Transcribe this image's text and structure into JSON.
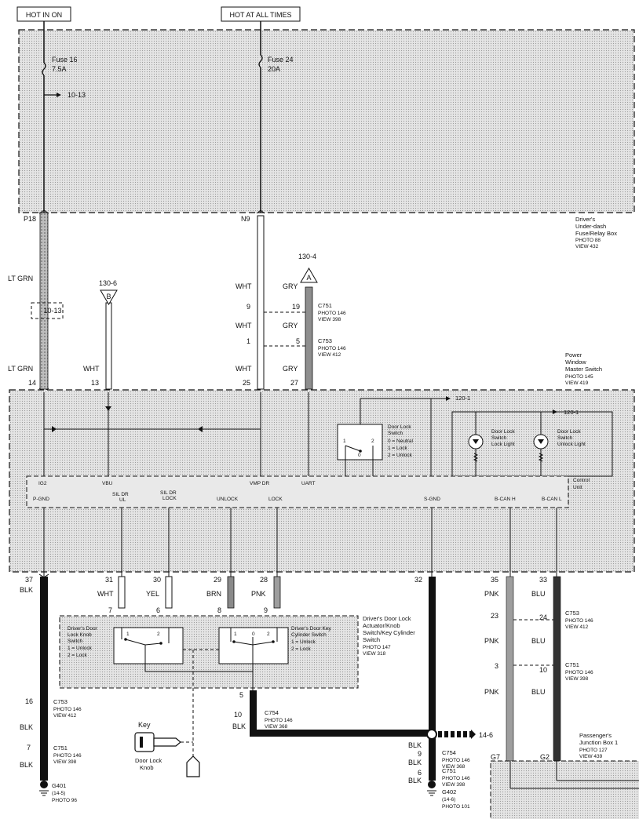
{
  "header": {
    "hot_in_on": "HOT IN ON",
    "hot_at_all_times": "HOT AT ALL TIMES"
  },
  "fusebox": {
    "fuse16": "Fuse 16",
    "fuse16_rating": "7.5A",
    "branch": "10-13",
    "fuse24": "Fuse 24",
    "fuse24_rating": "20A",
    "pin_p18": "P18",
    "pin_n9": "N9",
    "title1": "Driver's",
    "title2": "Under-dash",
    "title3": "Fuse/Relay Box",
    "photo": "PHOTO 88",
    "view": "VIEW 432"
  },
  "wires_upper": {
    "ltgrn": "LT GRN",
    "wht": "WHT",
    "gry": "GRY",
    "ref_a": "130-4",
    "ref_b": "130-6",
    "a_letter": "A",
    "b_letter": "B",
    "dash_ref": "10-13",
    "c751_pin_w": "9",
    "c751_pin_g": "19",
    "c751": "C751",
    "c751_photo": "PHOTO 146",
    "c751_view": "VIEW 398",
    "c753_pin_w": "1",
    "c753_pin_g": "5",
    "c753": "C753",
    "c753_photo": "PHOTO 146",
    "c753_view": "VIEW 412",
    "pin14": "14",
    "pin13": "13",
    "pin25": "25",
    "pin27": "27"
  },
  "pwms": {
    "title1": "Power",
    "title2": "Window",
    "title3": "Master Switch",
    "photo": "PHOTO 145",
    "view": "VIEW 419",
    "ref120a": "120-1",
    "ref120b": "120-1",
    "dls_title": "Door Lock",
    "dls_title2": "Switch",
    "dls_l1": "0 = Neutral",
    "dls_l2": "1 = Lock",
    "dls_l3": "2 = Unlock",
    "dls_p1": "1",
    "dls_p2": "2",
    "dls_p0": "0",
    "lock_light1": "Door Lock",
    "lock_light2": "Switch",
    "lock_light3": "Lock Light",
    "unlock_light1": "Door Lock",
    "unlock_light2": "Switch",
    "unlock_light3": "Unlock Light",
    "cu1": "Control",
    "cu2": "Unit",
    "ig2": "IG2",
    "vbu": "VBU",
    "vmpdr": "VMP DR",
    "uart": "UART",
    "pgnd": "P-GND",
    "sildrul1": "SIL DR",
    "sildrul2": "UL",
    "sildrlock1": "SIL DR",
    "sildrlock2": "LOCK",
    "unlock": "UNLOCK",
    "lock": "LOCK",
    "sgnd": "S-GND",
    "bcanh": "B-CAN H",
    "bcanl": "B-CAN L"
  },
  "wires_lower": {
    "p37": "37",
    "blk": "BLK",
    "p31": "31",
    "wht": "WHT",
    "p30": "30",
    "yel": "YEL",
    "p29": "29",
    "brn": "BRN",
    "p28": "28",
    "pnk": "PNK",
    "p32": "32",
    "p35": "35",
    "p33": "33",
    "blu": "BLU",
    "p7": "7",
    "p6": "6",
    "p8": "8",
    "p9": "9",
    "p23": "23",
    "p24": "24",
    "p3": "3",
    "p10": "10",
    "c753": "C753",
    "c753_photo": "PHOTO 146",
    "c753_view": "VIEW 412",
    "c751": "C751",
    "c751_photo": "PHOTO 146",
    "c751_view": "VIEW 398",
    "p16": "16",
    "p7b": "7",
    "p5": "5",
    "p10b": "10",
    "c754": "C754",
    "c754_photo": "PHOTO 146",
    "c754_view": "VIEW 368",
    "ref146": "14-6",
    "g401": "G401",
    "g401_ref": "(14-5)",
    "g401_photo": "PHOTO 96",
    "g402": "G402",
    "g402_ref": "(14-6)",
    "g402_photo": "PHOTO 101",
    "c754b": "C754",
    "c754b_photo": "PHOTO 146",
    "c754b_view": "VIEW 368",
    "c751b": "C751",
    "c751b_photo": "PHOTO 146",
    "c751b_view": "VIEW 398",
    "p9b": "9",
    "p6b": "6",
    "g7": "G7",
    "g2": "G2"
  },
  "actuator": {
    "title1": "Driver's Door Lock",
    "title2": "Actuator/Knob",
    "title3": "Switch/Key Cylinder",
    "title4": "Switch",
    "photo": "PHOTO 147",
    "view": "VIEW 318",
    "knob1": "Driver's Door",
    "knob2": "Lock Knob",
    "knob3": "Switch",
    "knob4": "1 = Unlock",
    "knob5": "2 = Lock",
    "key1": "Driver's Door Key",
    "key2": "Cylinder Switch",
    "key3": "1 = Unlock",
    "key4": "2 = Lock",
    "kp1": "1",
    "kp2": "2",
    "kp0": "0",
    "kp1b": "1",
    "kp2b": "2",
    "key_label": "Key",
    "knob_label1": "Door Lock",
    "knob_label2": "Knob"
  },
  "junction": {
    "title1": "Passenger's",
    "title2": "Junction Box 1",
    "photo": "PHOTO 127",
    "view": "VIEW 439"
  }
}
